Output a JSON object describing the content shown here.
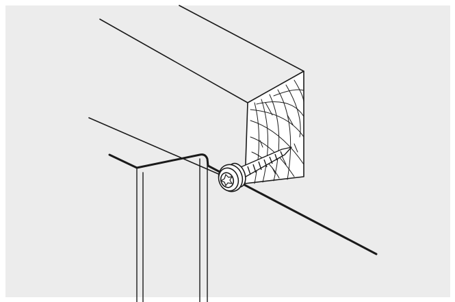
{
  "figure": {
    "title": "",
    "caption": "",
    "colors": {
      "background": "#ececec",
      "outer_frame": "#ffffff",
      "line": "#1a1a1a",
      "wood_face": "#ffffff",
      "screw_metal": "#ffffff"
    },
    "parts": [
      {
        "name": "timber-beam",
        "icon": "wood-beam-icon"
      },
      {
        "name": "metal-profile-sheet",
        "icon": "profiled-sheet-icon"
      },
      {
        "name": "self-tapping-screw",
        "icon": "screw-icon"
      },
      {
        "name": "sealing-washer",
        "icon": "washer-icon"
      },
      {
        "name": "torx-head",
        "icon": "torx-icon"
      }
    ]
  }
}
